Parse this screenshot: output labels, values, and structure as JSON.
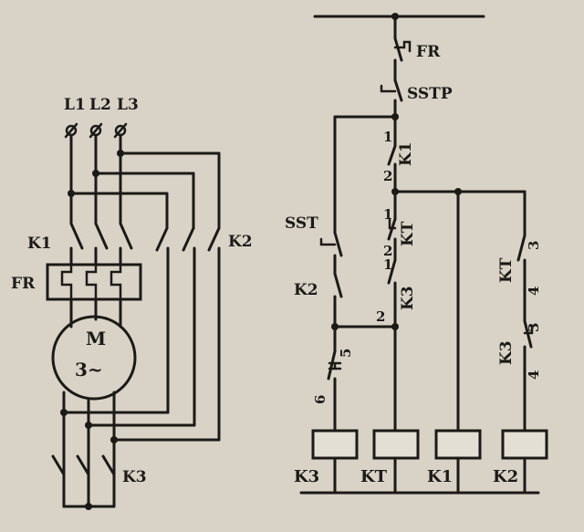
{
  "power_circuit": {
    "phases": [
      "L1",
      "L2",
      "L3"
    ],
    "main_contactor": "K1",
    "overload": "FR",
    "motor_name": "M",
    "motor_type": "3~",
    "delta_contactor": "K2",
    "star_contactor": "K3"
  },
  "control_circuit": {
    "overload_contact": "FR",
    "stop_button": "SSTP",
    "start_button": "SST",
    "k1_contact": "K1",
    "k1_terminals": [
      "1",
      "2"
    ],
    "kt_contact_left": "KT",
    "kt_left_terminals": [
      "1",
      "2"
    ],
    "k3_contact_left": "K3",
    "k3_left_terminals": [
      "1",
      "2"
    ],
    "k2_contact": "K2",
    "kt_timed_terminals": [
      "5",
      "6"
    ],
    "kt_contact_right": "KT",
    "kt_right_terminals": [
      "3",
      "4"
    ],
    "k3_contact_right": "K3",
    "k3_right_terminals": [
      "3",
      "4"
    ],
    "coils": [
      "K3",
      "KT",
      "K1",
      "K2"
    ]
  }
}
